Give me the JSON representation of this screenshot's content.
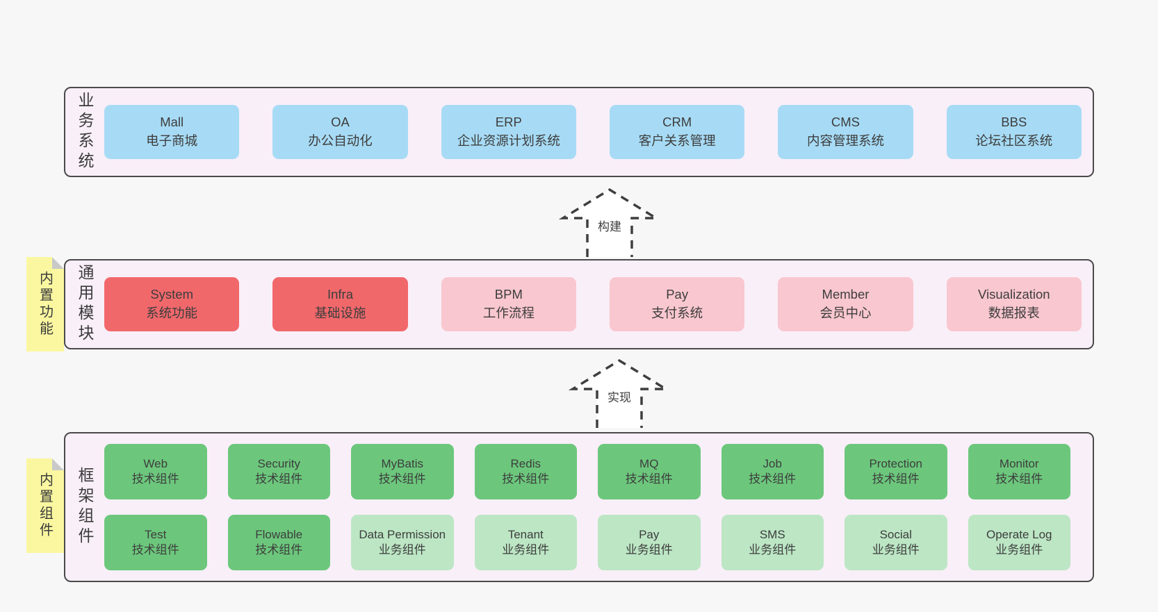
{
  "colors": {
    "page_bg": "#f7f7f7",
    "band_bg": "#f9eff8",
    "band_border": "#4a4a4a",
    "blue_box": "#a7dbf5",
    "red_box": "#f1686b",
    "pink_box": "#f9c7cf",
    "green_box": "#6cc77c",
    "light_green_box": "#bce6c4",
    "sticky_yellow": "#faf7a0",
    "sticky_fold": "#c9c9c9",
    "text": "#3d3d3d"
  },
  "bands": [
    {
      "id": "business-systems",
      "label": "业务系统",
      "boxes": [
        {
          "name": "Mall",
          "subtitle": "电子商城",
          "variant": "blue"
        },
        {
          "name": "OA",
          "subtitle": "办公自动化",
          "variant": "blue"
        },
        {
          "name": "ERP",
          "subtitle": "企业资源计划系统",
          "variant": "blue"
        },
        {
          "name": "CRM",
          "subtitle": "客户关系管理",
          "variant": "blue"
        },
        {
          "name": "CMS",
          "subtitle": "内容管理系统",
          "variant": "blue"
        },
        {
          "name": "BBS",
          "subtitle": "论坛社区系统",
          "variant": "blue"
        }
      ]
    },
    {
      "id": "common-modules",
      "label": "通用模块",
      "sticky": "内置功能",
      "boxes": [
        {
          "name": "System",
          "subtitle": "系统功能",
          "variant": "red"
        },
        {
          "name": "Infra",
          "subtitle": "基础设施",
          "variant": "red"
        },
        {
          "name": "BPM",
          "subtitle": "工作流程",
          "variant": "pink"
        },
        {
          "name": "Pay",
          "subtitle": "支付系统",
          "variant": "pink"
        },
        {
          "name": "Member",
          "subtitle": "会员中心",
          "variant": "pink"
        },
        {
          "name": "Visualization",
          "subtitle": "数据报表",
          "variant": "pink"
        }
      ]
    },
    {
      "id": "framework-components",
      "label": "框架组件",
      "sticky": "内置组件",
      "rows": [
        [
          {
            "name": "Web",
            "subtitle": "技术组件",
            "variant": "green"
          },
          {
            "name": "Security",
            "subtitle": "技术组件",
            "variant": "green"
          },
          {
            "name": "MyBatis",
            "subtitle": "技术组件",
            "variant": "green"
          },
          {
            "name": "Redis",
            "subtitle": "技术组件",
            "variant": "green"
          },
          {
            "name": "MQ",
            "subtitle": "技术组件",
            "variant": "green"
          },
          {
            "name": "Job",
            "subtitle": "技术组件",
            "variant": "green"
          },
          {
            "name": "Protection",
            "subtitle": "技术组件",
            "variant": "green"
          },
          {
            "name": "Monitor",
            "subtitle": "技术组件",
            "variant": "green"
          }
        ],
        [
          {
            "name": "Test",
            "subtitle": "技术组件",
            "variant": "green"
          },
          {
            "name": "Flowable",
            "subtitle": "技术组件",
            "variant": "green"
          },
          {
            "name": "Data Permission",
            "subtitle": "业务组件",
            "variant": "lightgreen"
          },
          {
            "name": "Tenant",
            "subtitle": "业务组件",
            "variant": "lightgreen"
          },
          {
            "name": "Pay",
            "subtitle": "业务组件",
            "variant": "lightgreen"
          },
          {
            "name": "SMS",
            "subtitle": "业务组件",
            "variant": "lightgreen"
          },
          {
            "name": "Social",
            "subtitle": "业务组件",
            "variant": "lightgreen"
          },
          {
            "name": "Operate Log",
            "subtitle": "业务组件",
            "variant": "lightgreen"
          }
        ]
      ]
    }
  ],
  "arrows": [
    {
      "label": "构建"
    },
    {
      "label": "实现"
    }
  ]
}
